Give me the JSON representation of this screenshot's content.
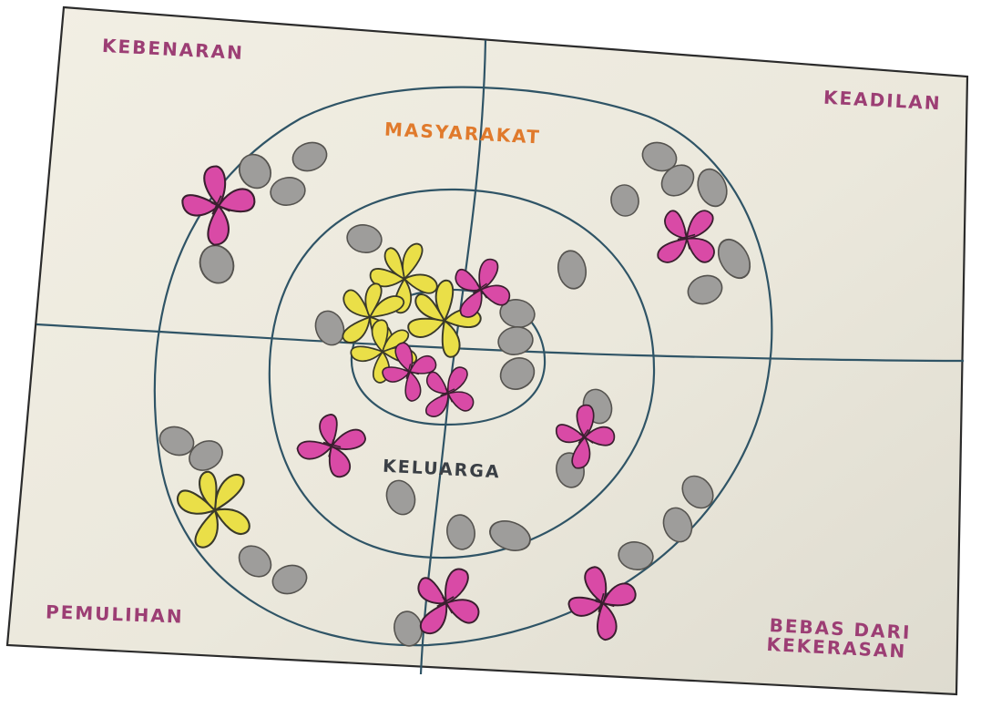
{
  "corner_labels": {
    "top_left": "KEBENARAN",
    "top_right": "KEADILAN",
    "bottom_left": "PEMULIHAN",
    "bottom_right_line1": "BEBAS DARI",
    "bottom_right_line2": "KEKERASAN"
  },
  "ring_labels": {
    "outer": "MASYARAKAT",
    "middle": "KELUARGA"
  },
  "colors": {
    "paper": "#ece9dd",
    "line": "#2f5466",
    "corner_label": "#9c3e74",
    "outer_label": "#e07a2c",
    "middle_label": "#3a3f45",
    "stone": "#9e9d9b",
    "yellow_flower": "#eadf48",
    "pink_flower": "#d94aa6"
  }
}
